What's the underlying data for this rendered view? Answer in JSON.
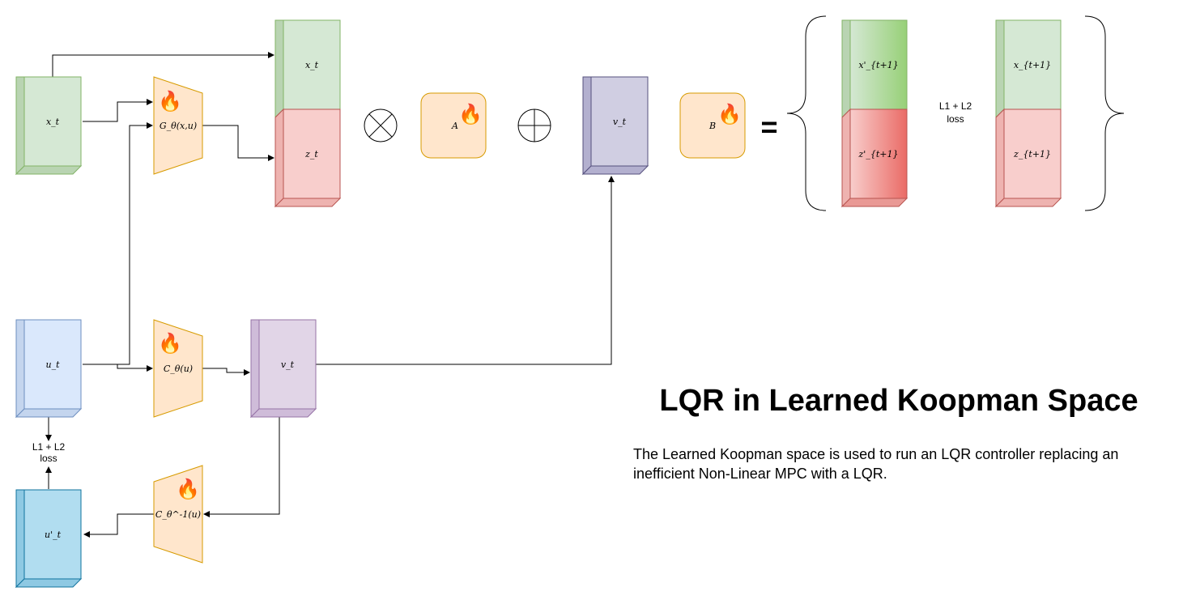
{
  "labels": {
    "x_t_input": "x_t",
    "u_t_input": "u_t",
    "u_t_prime": "u'_t",
    "g_theta": "G_θ(x,u)",
    "c_theta": "C_θ(u)",
    "c_theta_inv": "C_θ^-1(u)",
    "x_t_stack": "x_t",
    "z_t_stack": "z_t",
    "A": "A",
    "v_t_top": "v_t",
    "v_t_bottom": "v_t",
    "B": "B",
    "equals": "=",
    "x_pred": "x'_{t+1}",
    "z_pred": "z'_{t+1}",
    "x_target": "x_{t+1}",
    "z_target": "z_{t+1}",
    "loss_top": [
      "L1 + L2",
      "loss"
    ],
    "loss_bottom": [
      "L1 + L2",
      "loss"
    ],
    "fire": "🔥"
  },
  "title": "LQR in Learned Koopman Space",
  "description": "The Learned Koopman space is used to run an LQR controller replacing an inefficient Non-Linear MPC with a LQR.",
  "colors": {
    "green_fill": "#d5e8d4",
    "green_stroke": "#82b366",
    "red_fill": "#f8cecc",
    "red_stroke": "#b85450",
    "blue_fill": "#dae8fc",
    "blue_stroke": "#6c8ebf",
    "dark_blue_fill": "#b1ddf0",
    "dark_blue_stroke": "#10739e",
    "purple_fill": "#e1d5e7",
    "purple_stroke": "#9673a6",
    "slate_fill": "#d0cee2",
    "slate_stroke": "#56517e",
    "orange_fill": "#ffe6cc",
    "orange_stroke": "#d79b00"
  }
}
